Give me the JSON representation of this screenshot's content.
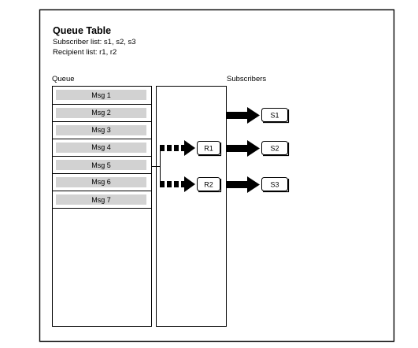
{
  "header": {
    "title": "Queue Table",
    "subscriber_list": "Subscriber list: s1, s2, s3",
    "recipient_list": "Recipient list: r1, r2"
  },
  "queue": {
    "label": "Queue",
    "messages": [
      "Msg 1",
      "Msg 2",
      "Msg 3",
      "Msg 4",
      "Msg 5",
      "Msg 6",
      "Msg 7"
    ]
  },
  "subscribers": {
    "label": "Subscribers",
    "items": [
      "S1",
      "S2",
      "S3"
    ]
  },
  "recipients": {
    "items": [
      "R1",
      "R2"
    ]
  },
  "colors": {
    "message_fill": "#d2d2d2",
    "stroke": "#000000",
    "background": "#ffffff"
  }
}
